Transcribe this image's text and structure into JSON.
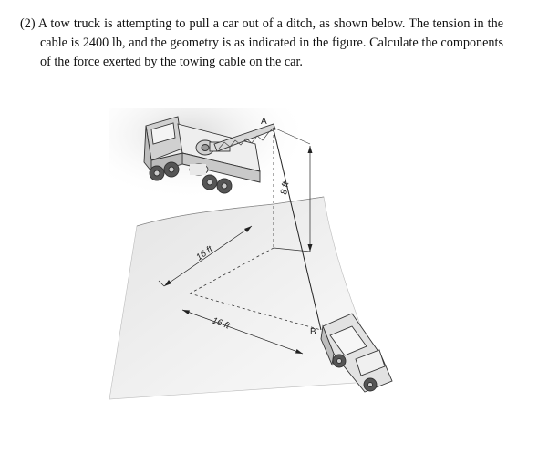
{
  "problem": {
    "number": "(2)",
    "text": "A tow truck is attempting to pull a car out of a ditch, as shown below. The tension in the cable is 2400 lb, and the geometry is as indicated in the figure. Calculate the components of the force exerted by the towing cable on the car."
  },
  "figure": {
    "point_a": "A",
    "point_b": "B",
    "dim_vertical": "8 ft",
    "dim_left": "16 ft",
    "dim_bottom": "16 ft"
  }
}
